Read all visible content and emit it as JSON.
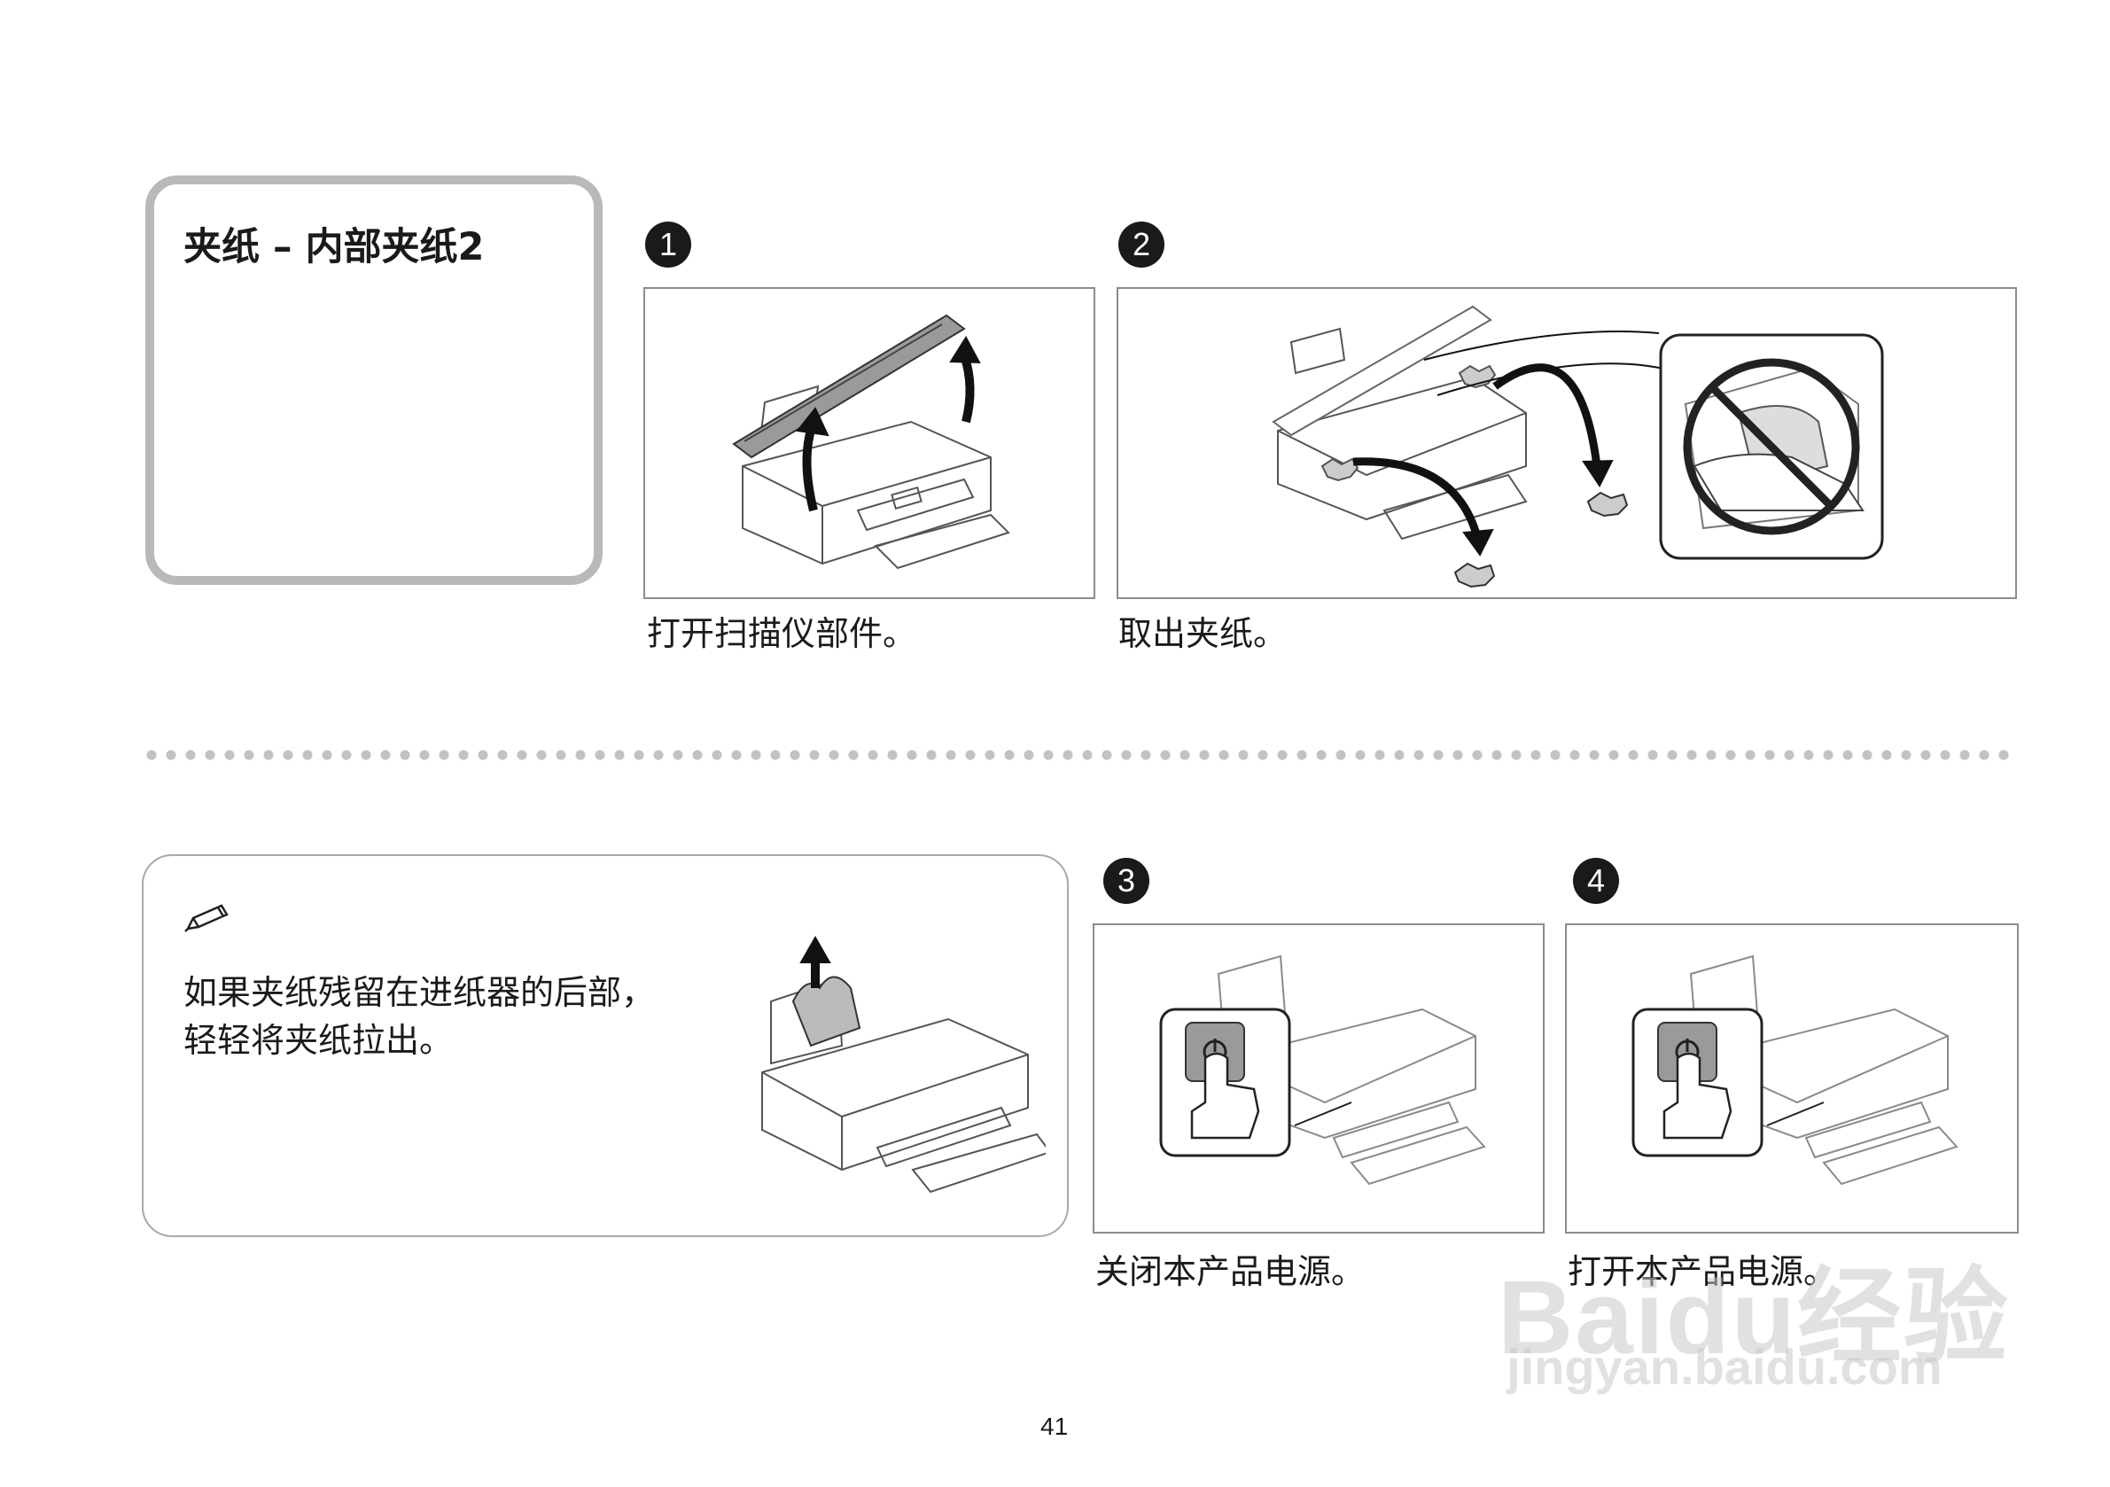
{
  "header": {
    "title": "夹纸 – 内部夹纸2"
  },
  "steps": [
    {
      "number": "1",
      "caption": "打开扫描仪部件。"
    },
    {
      "number": "2",
      "caption": "取出夹纸。"
    },
    {
      "number": "3",
      "caption": "关闭本产品电源。"
    },
    {
      "number": "4",
      "caption": "打开本产品电源。"
    }
  ],
  "note": {
    "icon": "pencil-icon",
    "text": "如果夹纸残留在进纸器的后部，轻轻将夹纸拉出。"
  },
  "footer": {
    "page_number": "41"
  },
  "watermark": {
    "brand": "Baidu经验",
    "url": "jingyan.baidu.com"
  }
}
